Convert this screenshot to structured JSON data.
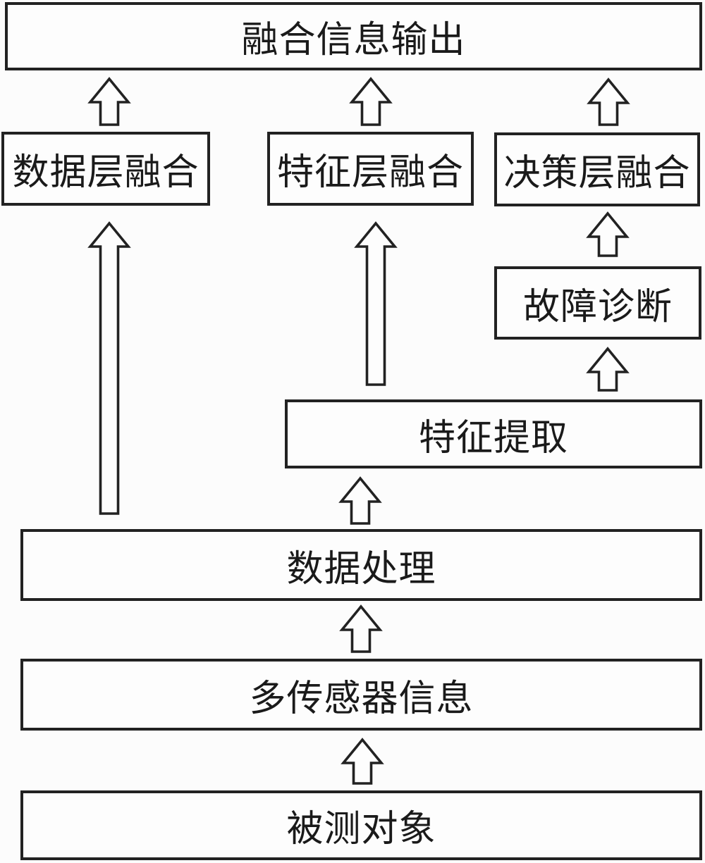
{
  "diagram": {
    "description": "multi-sensor-information-fusion-flowchart",
    "boxes": {
      "output": "融合信息输出",
      "data_fusion": "数据层融合",
      "feature_fusion": "特征层融合",
      "decision_fusion": "决策层融合",
      "fault_diagnosis": "故障诊断",
      "feature_extraction": "特征提取",
      "data_processing": "数据处理",
      "multisensor_info": "多传感器信息",
      "measured_object": "被测对象"
    }
  },
  "colors": {
    "stroke": "#222222",
    "background": "#fcfcfc",
    "box_fill": "#fdfdfd"
  }
}
